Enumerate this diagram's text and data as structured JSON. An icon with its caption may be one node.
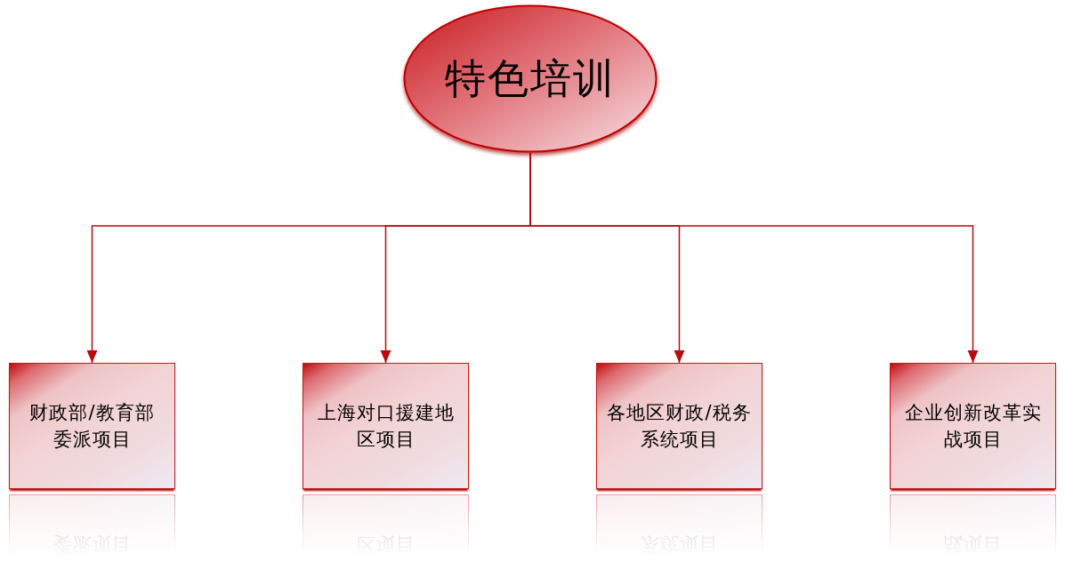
{
  "diagram": {
    "nodes": [
      {
        "text": [
          "特色培训"
        ]
      },
      {
        "text": [
          "财政部/教育部委派项目"
        ]
      },
      {
        "text": [
          "上海对口援建地区项目"
        ]
      },
      {
        "text": [
          "各地区财政/税务系统项目"
        ]
      },
      {
        "text": [
          "企业创新改革实战项目"
        ]
      }
    ],
    "edges": [
      {
        "from": 0,
        "to": 1,
        "arrow": "to"
      },
      {
        "from": 0,
        "to": 2,
        "arrow": "to"
      },
      {
        "from": 0,
        "to": 3,
        "arrow": "to"
      },
      {
        "from": 0,
        "to": 4,
        "arrow": "to"
      }
    ]
  }
}
